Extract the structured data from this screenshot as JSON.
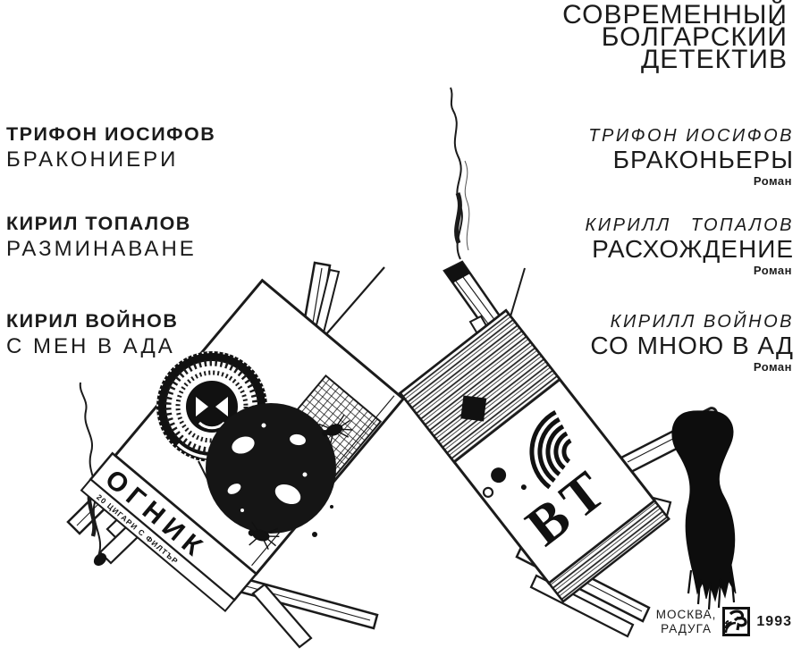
{
  "series_title": {
    "line1": "СОВРЕМЕННЫЙ",
    "line2": "БОЛГАРСКИЙ",
    "line3": "ДЕТЕКТИВ"
  },
  "left_column": {
    "entries": [
      {
        "author": "ТРИФОН ИОСИФОВ",
        "title": "БРАКОНИЕРИ"
      },
      {
        "author": "КИРИЛ ТОПАЛОВ",
        "title": "РАЗМИНАВАНЕ"
      },
      {
        "author": "КИРИЛ ВОЙНОВ",
        "title": "С МЕН В АДА"
      }
    ]
  },
  "right_column": {
    "entries": [
      {
        "author": "ТРИФОН ИОСИФОВ",
        "title": "БРАКОНЬЕРЫ",
        "genre": "Роман"
      },
      {
        "author": "КИРИЛЛ ТОПАЛОВ",
        "title": "РАСХОЖДЕНИЕ",
        "genre": "Роман"
      },
      {
        "author": "КИРИЛЛ ВОЙНОВ",
        "title": "СО МНОЮ В АД",
        "genre": "Роман"
      }
    ]
  },
  "imprint": {
    "city": "МОСКВА,",
    "publisher": "РАДУГА",
    "year": "1993",
    "logo": "raduga-publisher-logo"
  },
  "illustration": {
    "left_box_label": "ОГНИК",
    "left_box_sublabel": "20 ЦИГАРИ С ФИЛТЪР",
    "right_box_logo": "ВТ"
  },
  "colors": {
    "ink": "#1b1b1b",
    "paper": "#ffffff"
  }
}
